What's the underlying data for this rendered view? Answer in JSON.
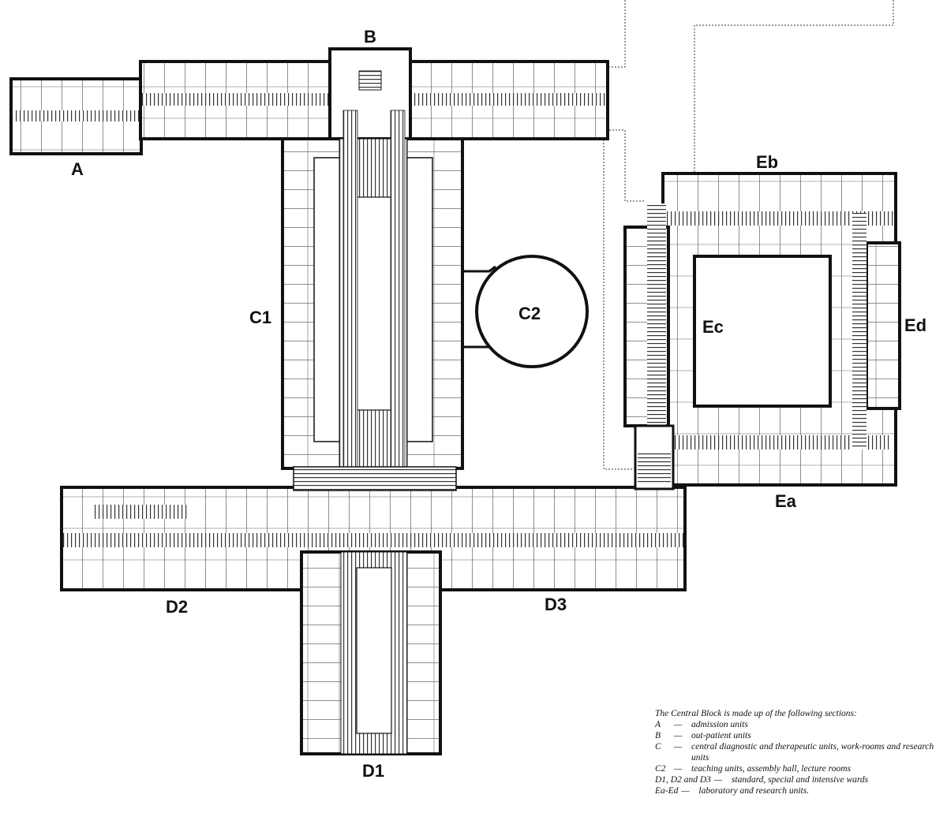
{
  "sections": {
    "A": "A",
    "B": "B",
    "C1": "C1",
    "C2": "C2",
    "D1": "D1",
    "D2": "D2",
    "D3": "D3",
    "Ea": "Ea",
    "Eb": "Eb",
    "Ec": "Ec",
    "Ed": "Ed"
  },
  "legend": {
    "title": "The Central Block is made up of the following sections:",
    "items": [
      {
        "code": "A",
        "dash": "—",
        "desc": "admission units"
      },
      {
        "code": "B",
        "dash": "—",
        "desc": "out-patient units"
      },
      {
        "code": "C",
        "dash": "—",
        "desc": "central diagnostic and therapeutic units, work-rooms and research units"
      },
      {
        "code": "C2",
        "dash": "—",
        "desc": "teaching units, assembly hall, lecture rooms"
      }
    ],
    "wide_items": [
      {
        "code": "D1, D2 and D3",
        "dash": "—",
        "desc": "standard, special and intensive wards"
      },
      {
        "code": "Ea-Ed",
        "dash": "—",
        "desc": "laboratory and research units."
      }
    ]
  }
}
